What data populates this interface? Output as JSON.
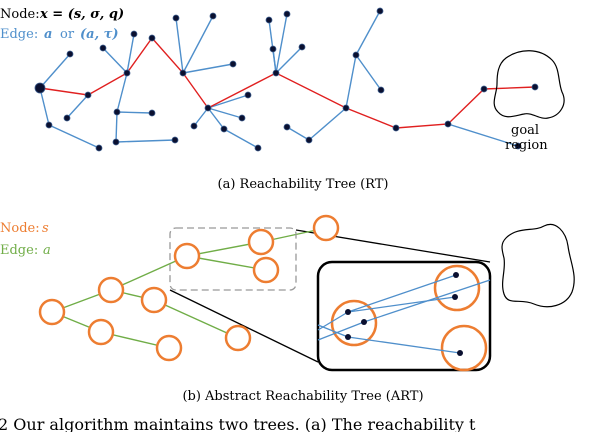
{
  "legend_top": {
    "node_label": "Node:",
    "node_math": "x = (s, σ, q)",
    "edge_label": "Edge:",
    "edge_math_a": "a",
    "edge_or": "or",
    "edge_math_b": "(a, τ)"
  },
  "legend_bottom": {
    "node_label": "Node:",
    "node_math": "s",
    "edge_label": "Edge:",
    "edge_math": "a"
  },
  "goal_region": {
    "line1": "goal",
    "line2": "region"
  },
  "captions": {
    "top": "(a) Reachability Tree (RT)",
    "bottom": "(b) Abstract Reachability Tree (ART)"
  },
  "footer_text": "2       Our algorithm maintains two trees. (a) The reachability t",
  "colors": {
    "blue": "#4f8fcb",
    "red": "#e02020",
    "orange": "#ed7d31",
    "green": "#70ad47",
    "black": "#000000",
    "dash": "#999999"
  }
}
